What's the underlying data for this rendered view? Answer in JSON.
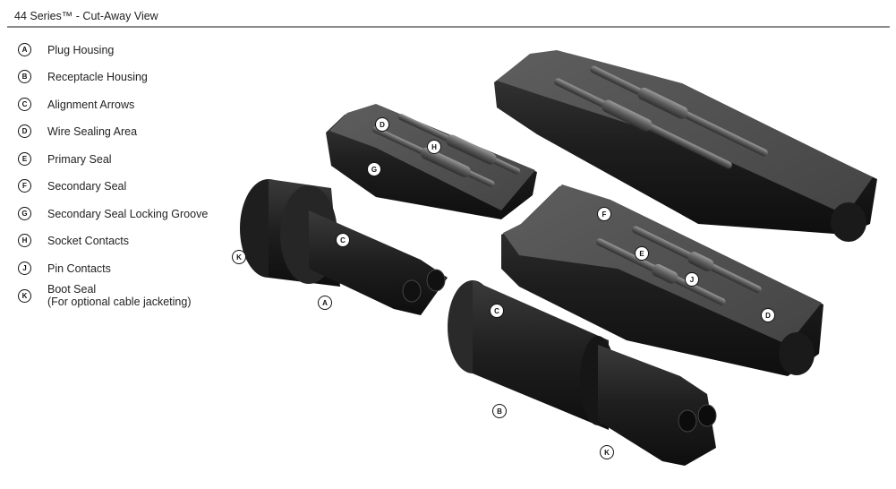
{
  "header": {
    "title": "44 Series™ - Cut-Away View"
  },
  "legend": {
    "items": [
      {
        "key": "A",
        "label": "Plug Housing"
      },
      {
        "key": "B",
        "label": "Receptacle Housing"
      },
      {
        "key": "C",
        "label": "Alignment Arrows"
      },
      {
        "key": "D",
        "label": "Wire Sealing Area"
      },
      {
        "key": "E",
        "label": "Primary Seal"
      },
      {
        "key": "F",
        "label": "Secondary Seal"
      },
      {
        "key": "G",
        "label": "Secondary Seal Locking Groove"
      },
      {
        "key": "H",
        "label": "Socket Contacts"
      },
      {
        "key": "J",
        "label": "Pin Contacts"
      },
      {
        "key": "K",
        "label": "Boot Seal",
        "sublabel": "(For optional cable jacketing)"
      }
    ]
  },
  "diagram": {
    "callouts": [
      {
        "key": "D",
        "part": "plug-insert-cutaway"
      },
      {
        "key": "H",
        "part": "plug-insert-cutaway"
      },
      {
        "key": "G",
        "part": "plug-insert-cutaway"
      },
      {
        "key": "C",
        "part": "plug-housing"
      },
      {
        "key": "K",
        "part": "plug-housing"
      },
      {
        "key": "A",
        "part": "plug-housing"
      },
      {
        "key": "F",
        "part": "receptacle-insert-cutaway"
      },
      {
        "key": "E",
        "part": "receptacle-insert-cutaway"
      },
      {
        "key": "J",
        "part": "receptacle-insert-cutaway"
      },
      {
        "key": "D",
        "part": "receptacle-insert-cutaway"
      },
      {
        "key": "C",
        "part": "receptacle-housing"
      },
      {
        "key": "B",
        "part": "receptacle-housing"
      },
      {
        "key": "K",
        "part": "receptacle-housing"
      }
    ],
    "colors": {
      "body_dark": "#1c1c1c",
      "body_mid": "#3a3a3a",
      "cut_face": "#5a5a5a",
      "contact": "#8a8a8a",
      "rule": "#8a8a8a"
    }
  }
}
